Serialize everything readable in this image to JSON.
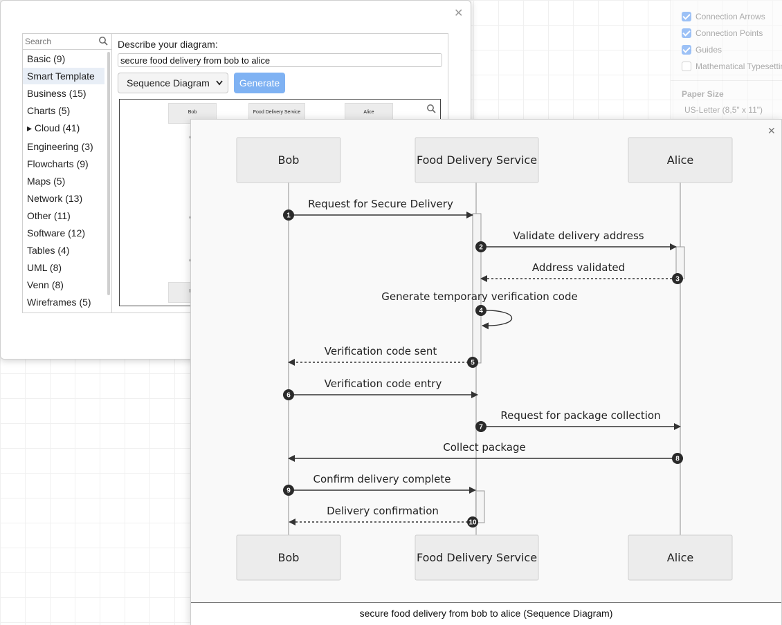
{
  "format_panel": {
    "options": [
      {
        "label": "Connection Arrows",
        "checked": true
      },
      {
        "label": "Connection Points",
        "checked": true
      },
      {
        "label": "Guides",
        "checked": true
      },
      {
        "label": "Mathematical Typesetting",
        "checked": false
      }
    ],
    "paper_size_heading": "Paper Size",
    "paper_size_value": "US-Letter (8,5\" x 11\")"
  },
  "template_dialog": {
    "search_placeholder": "Search",
    "categories": [
      {
        "label": "Basic (9)"
      },
      {
        "label": "Smart Template",
        "selected": true
      },
      {
        "label": "Business (15)"
      },
      {
        "label": "Charts (5)"
      },
      {
        "label": "▸ Cloud (41)"
      },
      {
        "label": "Engineering (3)"
      },
      {
        "label": "Flowcharts (9)"
      },
      {
        "label": "Maps (5)"
      },
      {
        "label": "Network (13)"
      },
      {
        "label": "Other (11)"
      },
      {
        "label": "Software (12)"
      },
      {
        "label": "Tables (4)"
      },
      {
        "label": "UML (8)"
      },
      {
        "label": "Venn (8)"
      },
      {
        "label": "Wireframes (5)"
      }
    ],
    "describe_label": "Describe your diagram:",
    "describe_value": "secure food delivery from bob to alice",
    "diagram_type": "Sequence Diagram",
    "generate_label": "Generate",
    "mini_participants": [
      "Bob",
      "Food Delivery Service",
      "Alice"
    ],
    "mini_bottom_label": "Bo"
  },
  "preview": {
    "caption": "secure food delivery from bob to alice (Sequence Diagram)",
    "participants": [
      "Bob",
      "Food Delivery Service",
      "Alice"
    ],
    "messages": [
      {
        "num": "1",
        "from": 0,
        "to": 1,
        "label": "Request for Secure Delivery",
        "style": "solid"
      },
      {
        "num": "2",
        "from": 1,
        "to": 2,
        "label": "Validate delivery address",
        "style": "solid"
      },
      {
        "num": "3",
        "from": 2,
        "to": 1,
        "label": "Address validated",
        "style": "dashed"
      },
      {
        "num": "4",
        "from": 1,
        "to": 1,
        "label": "Generate temporary verification code",
        "style": "self"
      },
      {
        "num": "5",
        "from": 1,
        "to": 0,
        "label": "Verification code sent",
        "style": "dashed"
      },
      {
        "num": "6",
        "from": 0,
        "to": 1,
        "label": "Verification code entry",
        "style": "solid"
      },
      {
        "num": "7",
        "from": 1,
        "to": 2,
        "label": "Request for package collection",
        "style": "solid"
      },
      {
        "num": "8",
        "from": 2,
        "to": 0,
        "label": "Collect package",
        "style": "solid"
      },
      {
        "num": "9",
        "from": 0,
        "to": 1,
        "label": "Confirm delivery complete",
        "style": "solid"
      },
      {
        "num": "10",
        "from": 1,
        "to": 0,
        "label": "Delivery confirmation",
        "style": "dashed"
      }
    ]
  }
}
